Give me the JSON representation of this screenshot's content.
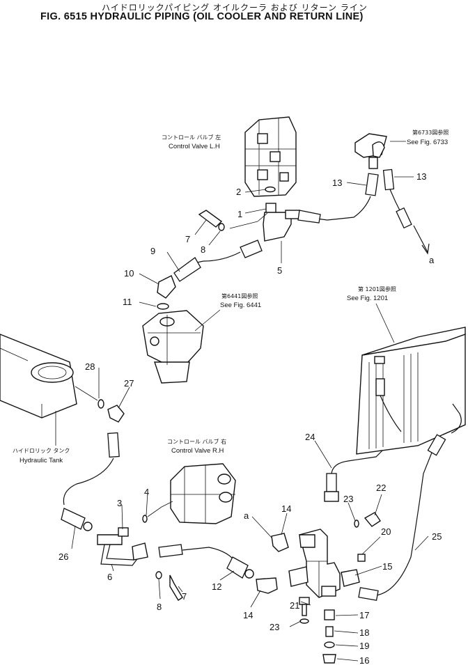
{
  "header": {
    "title_jp": "ハイドロリックパイピング オイルクーラ および リターン ライン",
    "title_en": "FIG. 6515 HYDRAULIC PIPING (OIL COOLER AND RETURN LINE)"
  },
  "references": {
    "cv_lh_jp": "コントロール バルブ 左",
    "cv_lh_en": "Control Valve L.H",
    "fig6733_jp": "第6733図参照",
    "fig6733_en": "See Fig. 6733",
    "fig6441_jp": "第6441図参照",
    "fig6441_en": "See Fig. 6441",
    "fig1201_jp": "第 1201図参照",
    "fig1201_en": "See Fig. 1201",
    "tank_jp": "ハイドロリック タンク",
    "tank_en": "Hydraulic Tank",
    "cv_rh_jp": "コントロール バルブ 右",
    "cv_rh_en": "Control Valve R.H"
  },
  "connection_labels": {
    "a_top": "a",
    "a_bottom": "a"
  },
  "parts": {
    "p1": "1",
    "p2": "2",
    "p3": "3",
    "p4": "4",
    "p5": "5",
    "p6": "6",
    "p7a": "7",
    "p7b": "7",
    "p8a": "8",
    "p8b": "8",
    "p9": "9",
    "p10": "10",
    "p11": "11",
    "p12": "12",
    "p13a": "13",
    "p13b": "13",
    "p14a": "14",
    "p14b": "14",
    "p15": "15",
    "p16": "16",
    "p17": "17",
    "p18": "18",
    "p19": "19",
    "p20": "20",
    "p21": "21",
    "p22": "22",
    "p23a": "23",
    "p23b": "23",
    "p24": "24",
    "p25": "25",
    "p26": "26",
    "p27": "27",
    "p28": "28"
  }
}
